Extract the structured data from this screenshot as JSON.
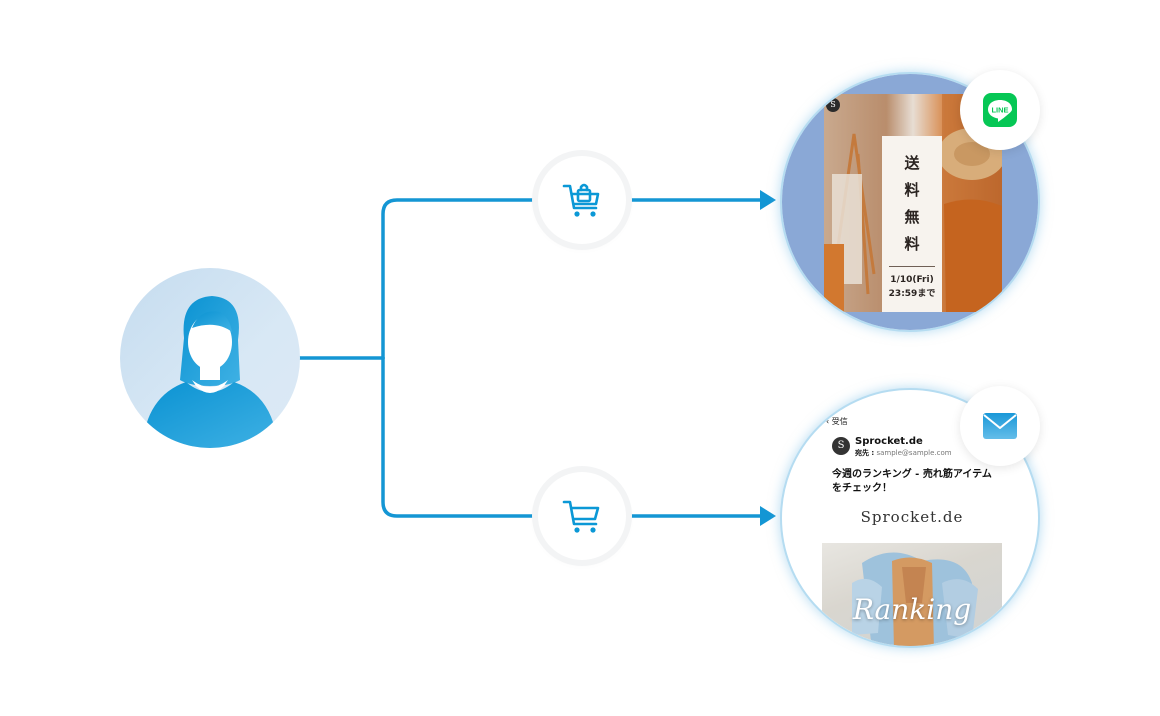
{
  "diagram": {
    "nodes": {
      "user": {
        "icon": "user-avatar-icon"
      },
      "branch_top": {
        "icon": "shopping-bag-cart-icon"
      },
      "branch_bottom": {
        "icon": "shopping-cart-icon"
      }
    },
    "colors": {
      "line": "#1496d4",
      "accent": "#0b98d6",
      "line_green": "#06c755"
    }
  },
  "line_message": {
    "badge": "LINE",
    "logo": "S",
    "promo_chars": [
      "送",
      "料",
      "無",
      "料"
    ],
    "date_line1": "1/10(Fri)",
    "date_line2": "23:59まで"
  },
  "email_message": {
    "back_label": "受信",
    "avatar": "S",
    "sender": "Sprocket.de",
    "to_label": "宛先 :",
    "to_address": "sample@sample.com",
    "subject": "今週のランキング - 売れ筋アイテムをチェック！",
    "brand": "Sprocket.de",
    "ranking_label": "Ranking",
    "badge_icon": "envelope-icon"
  }
}
